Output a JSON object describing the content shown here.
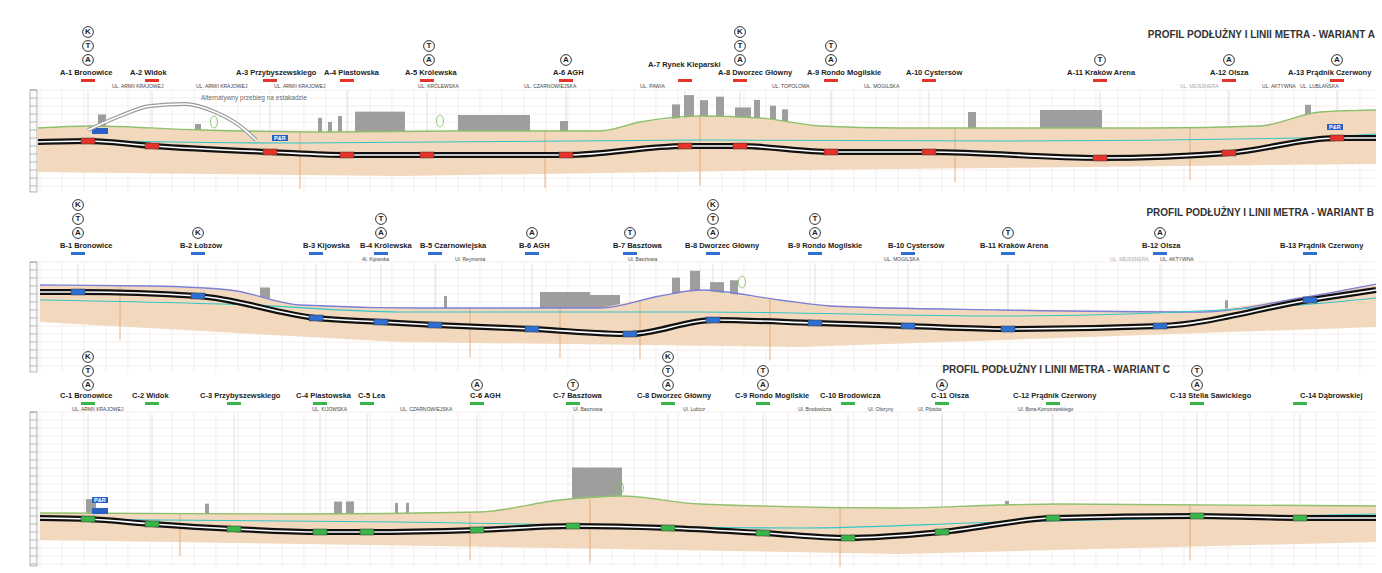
{
  "diagram": {
    "nodes": [
      {
        "text": [
          "K"
        ]
      },
      {
        "text": [
          "T"
        ]
      },
      {
        "text": [
          "A"
        ]
      },
      {
        "text": [
          "T"
        ]
      },
      {
        "text": [
          "A"
        ]
      },
      {
        "text": [
          "A"
        ]
      },
      {
        "text": [
          "K"
        ]
      },
      {
        "text": [
          "T"
        ]
      },
      {
        "text": [
          "A"
        ]
      },
      {
        "text": [
          "T"
        ]
      },
      {
        "text": [
          "A"
        ]
      },
      {
        "text": [
          "T"
        ]
      },
      {
        "text": [
          "A"
        ]
      },
      {
        "text": [
          "A"
        ]
      },
      {
        "text": [
          "K"
        ]
      },
      {
        "text": [
          "T"
        ]
      },
      {
        "text": [
          "A"
        ]
      },
      {
        "text": [
          "K"
        ]
      },
      {
        "text": [
          "T"
        ]
      },
      {
        "text": [
          "A"
        ]
      },
      {
        "text": [
          "A"
        ]
      },
      {
        "text": [
          "T"
        ]
      },
      {
        "text": [
          "K"
        ]
      },
      {
        "text": [
          "T"
        ]
      },
      {
        "text": [
          "A"
        ]
      },
      {
        "text": [
          "T"
        ]
      },
      {
        "text": [
          "A"
        ]
      },
      {
        "text": [
          "T"
        ]
      },
      {
        "text": [
          "A"
        ]
      },
      {
        "text": [
          "K"
        ]
      },
      {
        "text": [
          "T"
        ]
      },
      {
        "text": [
          "A"
        ]
      },
      {
        "text": [
          "A"
        ]
      },
      {
        "text": [
          "T"
        ]
      },
      {
        "text": [
          "K"
        ]
      },
      {
        "text": [
          "T"
        ]
      },
      {
        "text": [
          "A"
        ]
      },
      {
        "text": [
          "T"
        ]
      },
      {
        "text": [
          "A"
        ]
      },
      {
        "text": [
          "A"
        ]
      },
      {
        "text": [
          "T"
        ]
      },
      {
        "text": [
          "A"
        ]
      }
    ],
    "labels": [
      "PROFIL PODŁUŻNY I LINII METRA - WARIANT A",
      "PROFIL PODŁUŻNY I LINII METRA - WARIANT B",
      "PROFIL PODŁUŻNY I LINII METRA - WARIANT C",
      "A-1 Bronowice",
      "A-2 Widok",
      "A-3 Przybyszewskiego",
      "A-4 Piastowska",
      "A-5 Królewska",
      "A-6 AGH",
      "A-7 Rynek Kleparski",
      "A-8 Dworzec Główny",
      "A-9 Rondo Mogilskie",
      "A-10 Cystersów",
      "A-11 Kraków Arena",
      "A-12 Olsza",
      "A-13 Prądnik Czerwony",
      "UL. ARMII KRAJOWEJ",
      "UL. ARMII KRAJOWEJ",
      "UL. ARMII KRAJOWEJ",
      "UL. KRÓLEWSKA",
      "UL. CZARNOWIEJSKA",
      "UL. PAWIA",
      "UL. TOPOLOWA",
      "UL. MOGILSKA",
      "UL. MEISSNERA",
      "UL. AKTYWNA",
      "UL. LUBLAŃSKA",
      "Alternatywny przebieg na estakadzie",
      "P&R",
      "P&R",
      "B-1 Bronowice",
      "B-2 Łobzów",
      "B-3 Kijowska",
      "B-4 Królewska",
      "B-5 Czarnowiejska",
      "B-6 AGH",
      "B-7 Basztowa",
      "B-8 Dworzec Główny",
      "B-9 Rondo Mogilskie",
      "B-10 Cystersów",
      "B-11 Kraków Arena",
      "B-12 Olsza",
      "B-13 Prądnik Czerwony",
      "Al. Kijowska",
      "Ul. Reymonta",
      "Ul. Basztowa",
      "UL. MOGILSKA",
      "UL. MEISSNERA",
      "UL. AKTYWNA",
      "C-1 Bronowice",
      "C-2 Widok",
      "C-3 Przybyszewskiego",
      "C-4 Piastowska",
      "C-5 Lea",
      "C-6 AGH",
      "C-7 Basztowa",
      "C-8 Dworzec Główny",
      "C-9 Rondo Mogilskie",
      "C-10 Brodowicza",
      "C-11 Olsza",
      "C-12 Prądnik Czerwony",
      "C-13 Stella Sawickiego",
      "C-14 Dąbrowskiej",
      "UL. ARMII KRAJOWEJ",
      "UL. KIJOWSKA",
      "UL. CZARNOWIEJSKA",
      "Ul. Basztowa",
      "Ul. Lubicz",
      "Ul. Brodowicza",
      "Ul. Olszyny",
      "Ul. Pilotów",
      "Ul. Bora-Komorowskiego",
      "P&R"
    ]
  }
}
